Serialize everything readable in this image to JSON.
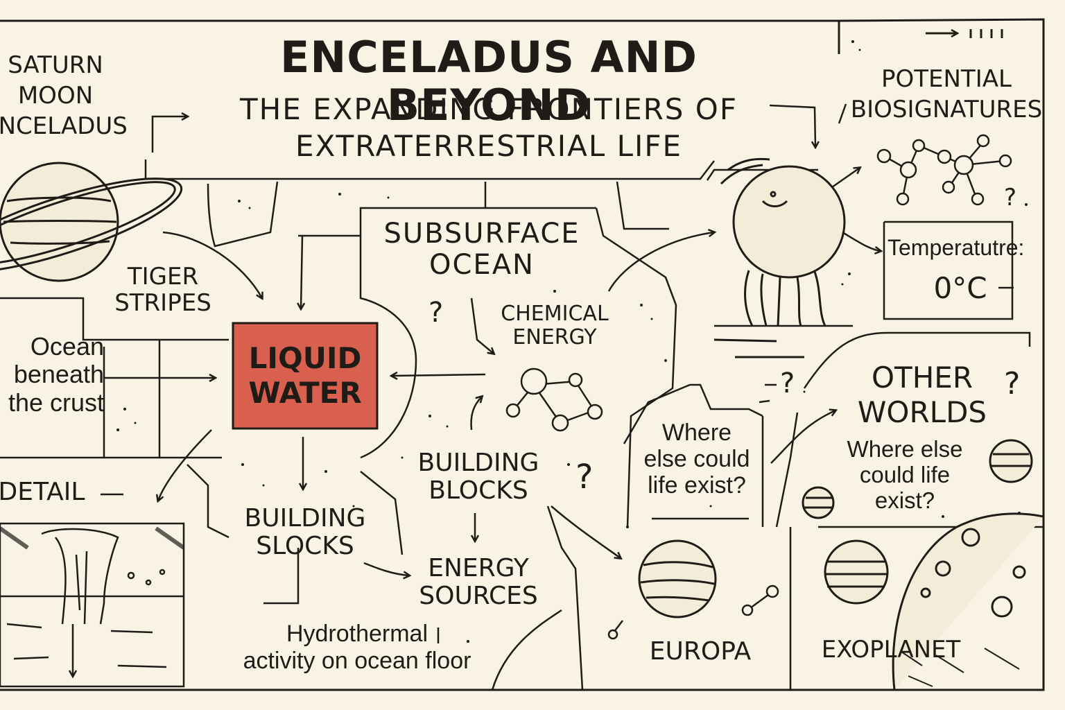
{
  "title": "ENCELADUS AND BEYOND",
  "subtitle": "THE EXPANDING FRONTIERS OF\nEXTRATERRESTRIAL LIFE",
  "labels": {
    "saturn_moon": "SATURN\nMOON\nENCELADUS",
    "tiger_stripes": "TIGER\nSTRIPES",
    "ocean_beneath": "Ocean\nbeneath\nthe crust",
    "detail": "DETAIL",
    "liquid_water": "LIQUID\nWATER",
    "subsurface_ocean": "SUBSURFACE\nOCEAN",
    "chemical_energy": "CHEMICAL\nENERGY",
    "building_blocks_center": "BUILDING\nBLOCKS",
    "building_blocks_left": "BUILDING\nSLOCKS",
    "energy_sources": "ENERGY\nSOURCES",
    "hydrothermal": "Hydrothermal\nactivity on ocean floor",
    "potential_biosignatures": "POTENTIAL\nBIOSIGNATURES",
    "temperature_label": "Temperatutre:",
    "temperature_value": "0°C",
    "where_else_box": "Where\nelse could\nlife exist?",
    "other_worlds": "OTHER\nWORLDS",
    "where_else_right": "Where else\ncould life\nexist?",
    "europa": "EUROPA",
    "exoplanet": "EXOPLANET",
    "question_mark": "?"
  },
  "colors": {
    "paper": "#f8f3e4",
    "ink": "#1f1c18",
    "highlight": "#d9604e"
  }
}
